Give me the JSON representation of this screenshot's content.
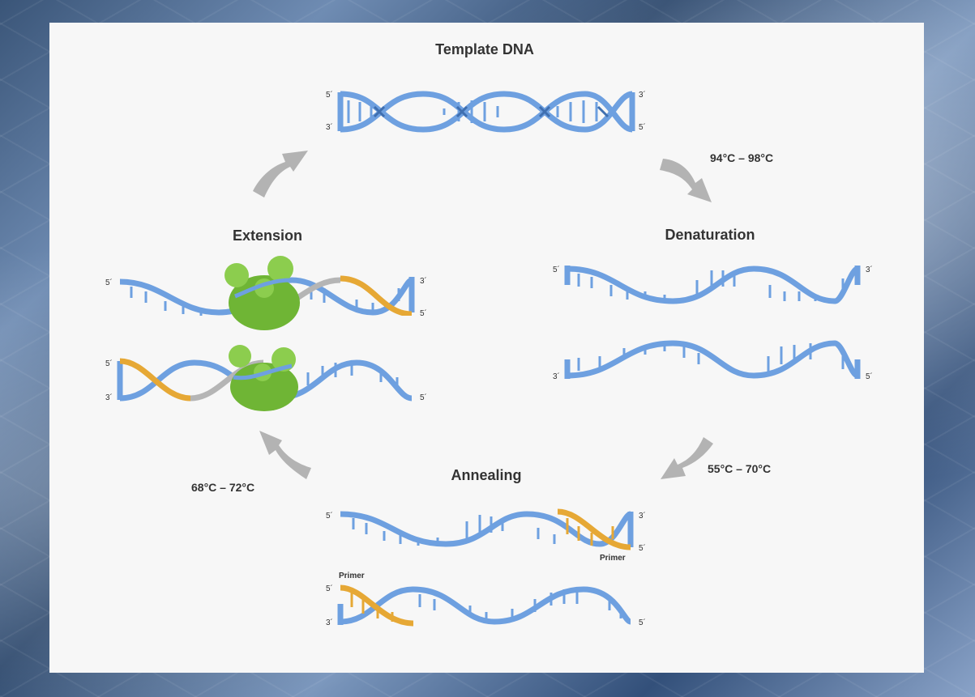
{
  "stages": {
    "template": "Template DNA",
    "denaturation": "Denaturation",
    "annealing": "Annealing",
    "extension": "Extension"
  },
  "temperatures": {
    "denaturation": "94°C – 98°C",
    "annealing": "55°C – 70°C",
    "extension": "68°C – 72°C"
  },
  "ends": {
    "five": "5´",
    "three": "3´"
  },
  "primer_label": "Primer",
  "colors": {
    "dna_strand": "#6ea0e0",
    "primer": "#e6a835",
    "new_strand": "#b5b5b5",
    "polymerase": "#7cc242",
    "arrow": "#b3b3b3"
  }
}
